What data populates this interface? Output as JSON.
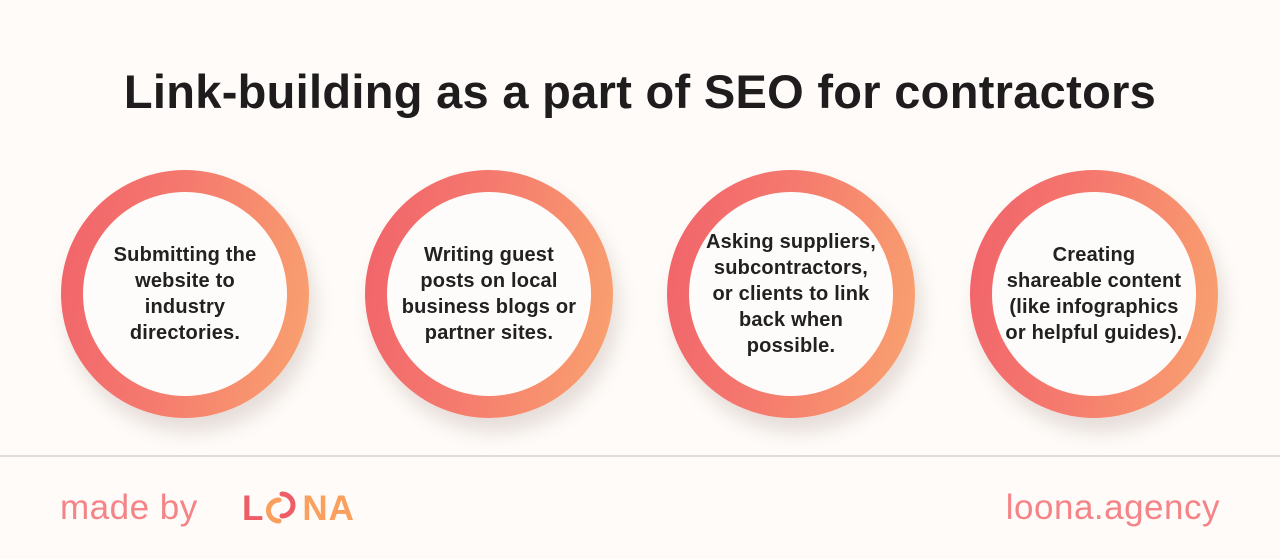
{
  "title": "Link-building as a part of SEO for contractors",
  "colors": {
    "background": "#fefbf8",
    "ring_gradient_start": "#f1626a",
    "ring_gradient_end": "#f9a46f",
    "title_text": "#1e1c1c",
    "footer_text": "#f48488",
    "logo_l": "#ee5c66",
    "logo_na": "#f9a05e"
  },
  "items": [
    {
      "text": "Submitting the website to industry directories."
    },
    {
      "text": "Writing guest posts on local business blogs or partner sites."
    },
    {
      "text": "Asking suppliers, subcontractors, or clients to link back when possible."
    },
    {
      "text": "Creating shareable content (like infographics or helpful guides)."
    }
  ],
  "footer": {
    "made_by": "made by",
    "logo": {
      "letter_l": "L",
      "letters_na": "NA",
      "icon": "loona-logo-o-icon"
    },
    "site": "loona.agency"
  }
}
